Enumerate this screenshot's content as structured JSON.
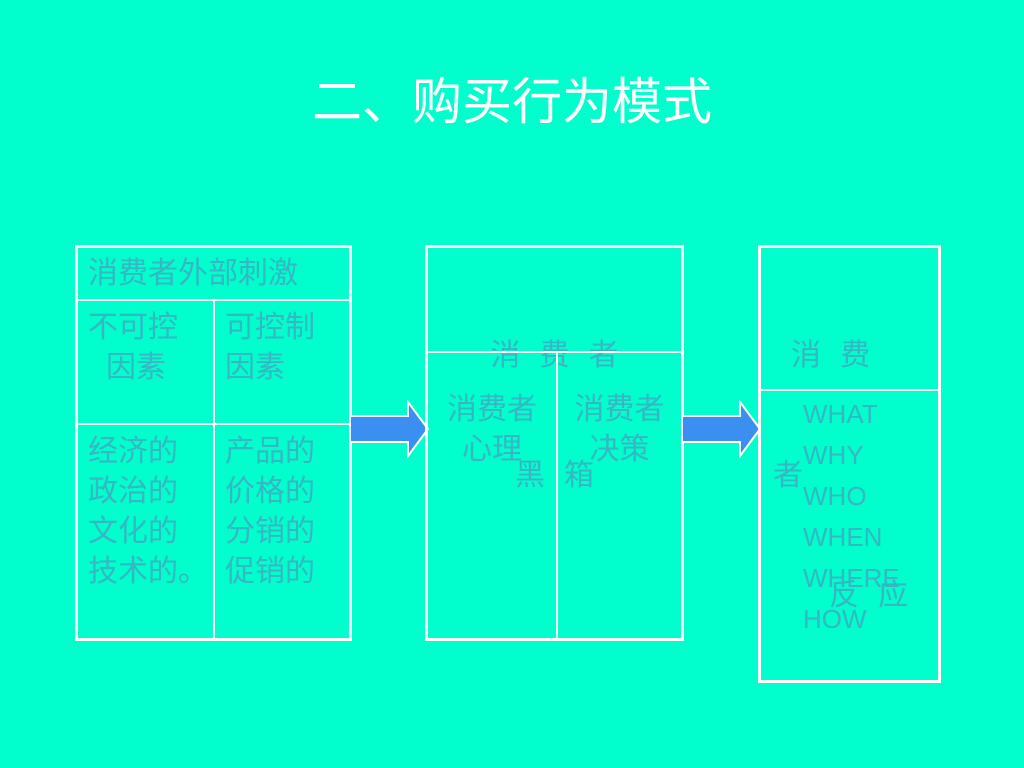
{
  "title": "二、购买行为模式",
  "external": {
    "header": "消费者外部刺激",
    "uncontrollable_label_1": "不可控",
    "uncontrollable_label_2": "因素",
    "controllable_label_1": "可控制",
    "controllable_label_2": "因素",
    "uncontrollable_items": [
      "经济的",
      "政治的",
      "文化的",
      "技术的。"
    ],
    "controllable_items": [
      "产品的",
      "价格的",
      "分销的",
      "促销的"
    ]
  },
  "blackbox": {
    "header_1": "消  费  者",
    "header_2": "黑  箱",
    "left_1": "消费者",
    "left_2": "心理",
    "right_1": "消费者",
    "right_2": "决策"
  },
  "response": {
    "header_1": "消  费",
    "header_2": "者",
    "header_3": "反  应",
    "items": [
      "WHAT",
      "WHY",
      "WHO",
      "WHEN",
      "WHERE",
      "HOW"
    ]
  },
  "colors": {
    "background": "#00ffcc",
    "border": "#ffffff",
    "body_text": "#33b8c4",
    "arrow_fill": "#3a8ff0"
  },
  "icons": [
    "right-arrow-icon",
    "right-arrow-icon"
  ]
}
